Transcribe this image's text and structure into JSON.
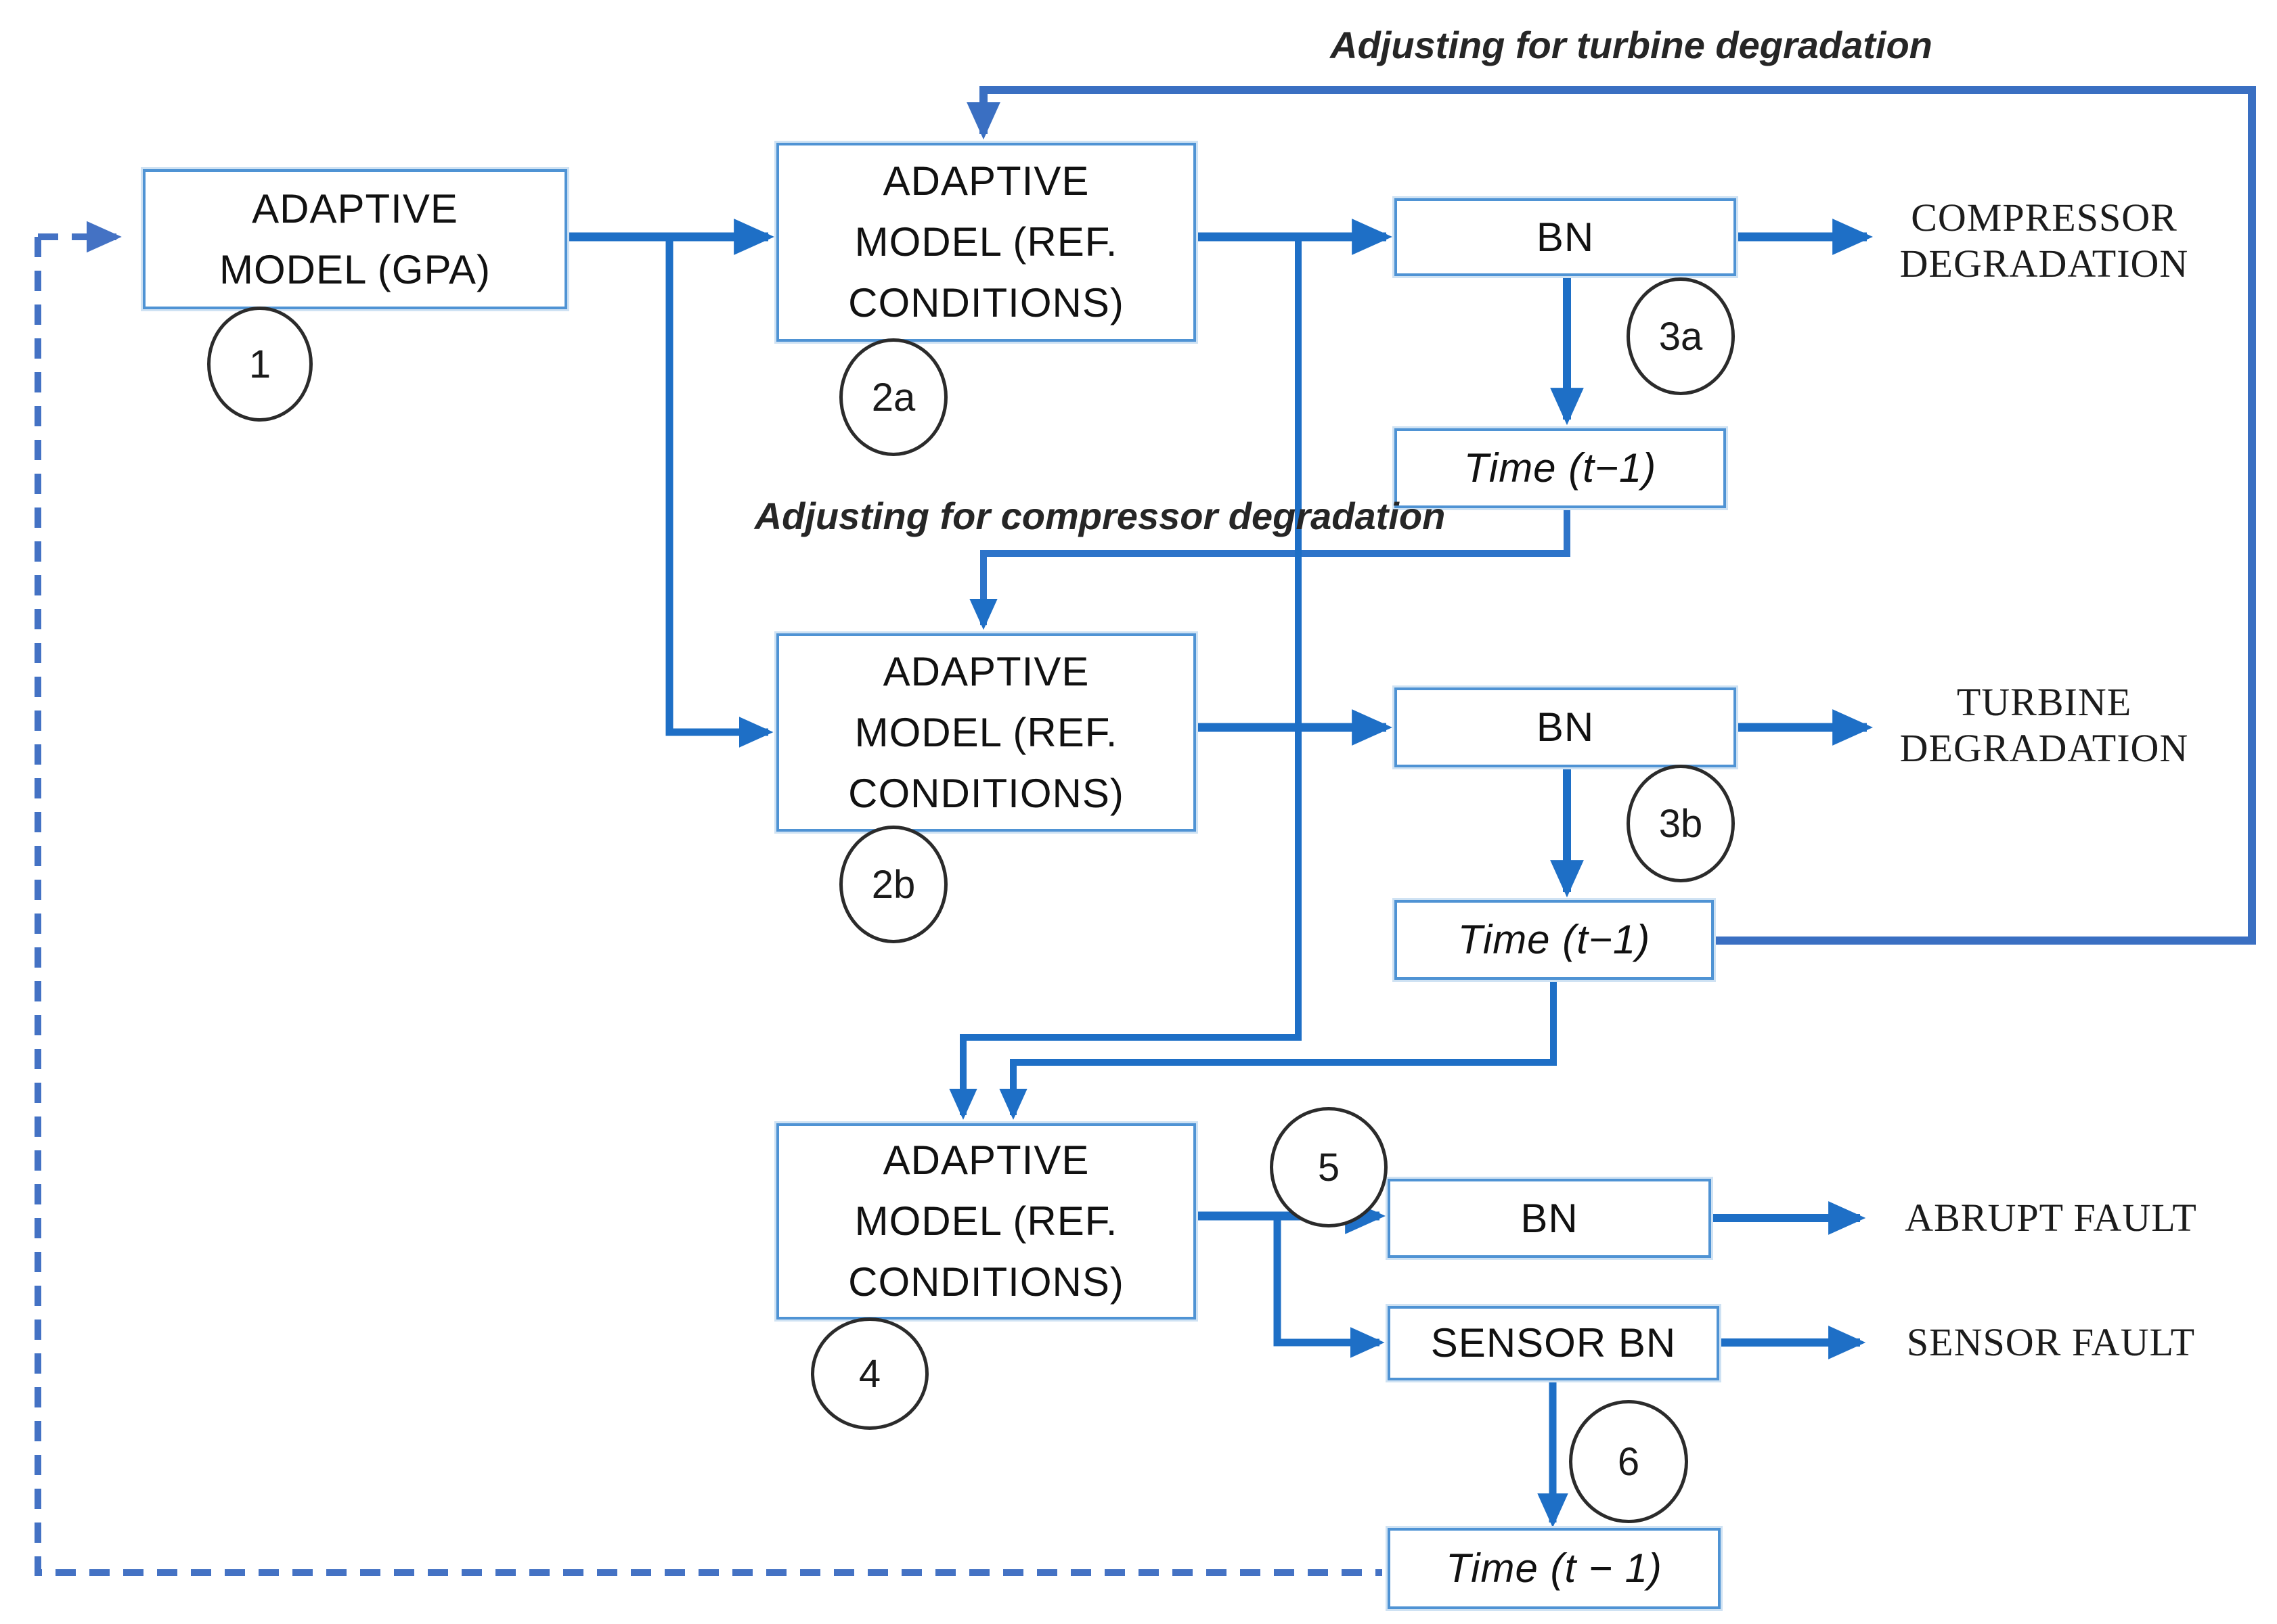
{
  "colors": {
    "arrow_blue": "#1e6fc6",
    "loop_blue": "#3a6fc2",
    "dashed_blue": "#4472c4",
    "box_border_blue": "#4f93d4",
    "circle_border": "#2b2b2b",
    "text_black": "#111111"
  },
  "nodes": {
    "adaptive_gpa": {
      "lines": [
        "ADAPTIVE",
        "MODEL (GPA)"
      ]
    },
    "adaptive_ref_a": {
      "lines": [
        "ADAPTIVE",
        "MODEL (REF.",
        "CONDITIONS)"
      ]
    },
    "adaptive_ref_b": {
      "lines": [
        "ADAPTIVE",
        "MODEL (REF.",
        "CONDITIONS)"
      ]
    },
    "adaptive_ref_c": {
      "lines": [
        "ADAPTIVE",
        "MODEL (REF.",
        "CONDITIONS)"
      ]
    },
    "bn_a": {
      "label": "BN"
    },
    "bn_b": {
      "label": "BN"
    },
    "bn_c": {
      "label": "BN"
    },
    "sensor_bn": {
      "label": "SENSOR BN"
    },
    "time_a": {
      "label": "Time (t−1)"
    },
    "time_b": {
      "label": "Time (t−1)"
    },
    "time_c": {
      "label": "Time (t − 1)"
    }
  },
  "steps": {
    "s1": "1",
    "s2a": "2a",
    "s3a": "3a",
    "s2b": "2b",
    "s3b": "3b",
    "s4": "4",
    "s5": "5",
    "s6": "6"
  },
  "outputs": {
    "compressor_degradation": {
      "lines": [
        "COMPRESSOR",
        "DEGRADATION"
      ]
    },
    "turbine_degradation": {
      "lines": [
        "TURBINE",
        "DEGRADATION"
      ]
    },
    "abrupt_fault": {
      "label": "ABRUPT FAULT"
    },
    "sensor_fault": {
      "label": "SENSOR FAULT"
    }
  },
  "annotations": {
    "turbine_loop": "Adjusting for turbine degradation",
    "compressor_loop": "Adjusting for compressor degradation"
  }
}
